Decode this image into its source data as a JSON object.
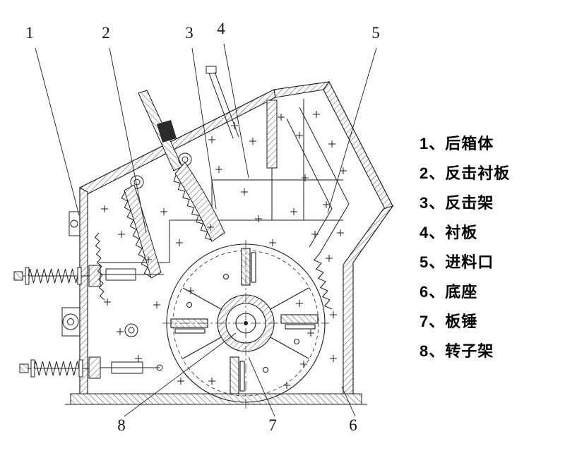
{
  "callouts": [
    "1",
    "2",
    "3",
    "4",
    "5",
    "6",
    "7",
    "8"
  ],
  "legend": [
    {
      "prefix": "1、",
      "label": "后箱体"
    },
    {
      "prefix": "2、",
      "label": "反击衬板"
    },
    {
      "prefix": "3、",
      "label": "反击架"
    },
    {
      "prefix": "4、",
      "label": "衬板"
    },
    {
      "prefix": "5、",
      "label": "进料口"
    },
    {
      "prefix": "6、",
      "label": "底座"
    },
    {
      "prefix": "7、",
      "label": "板锤"
    },
    {
      "prefix": "8、",
      "label": "转子架"
    }
  ],
  "colors": {
    "ink": "#1c1c1c",
    "background": "#ffffff"
  }
}
